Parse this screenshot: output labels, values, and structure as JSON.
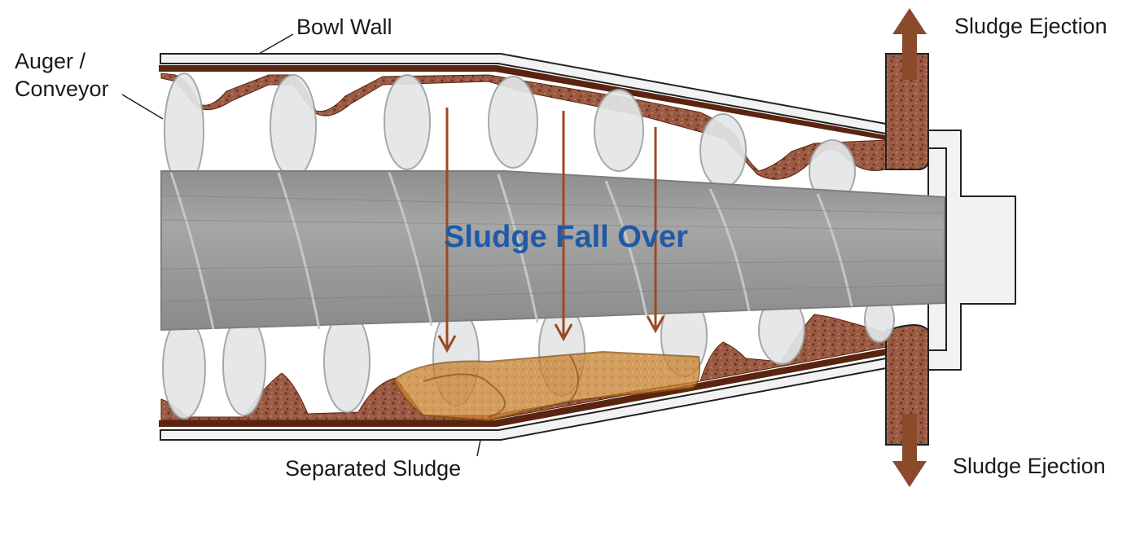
{
  "labels": {
    "bowl_wall": "Bowl Wall",
    "auger_line1": "Auger /",
    "auger_line2": "Conveyor",
    "separated_sludge": "Separated Sludge",
    "sludge_fall_over": "Sludge Fall Over",
    "ejection_top": "Sludge Ejection",
    "ejection_bottom": "Sludge Ejection"
  },
  "colors": {
    "sludge": "#8b4a35",
    "sludge_dark": "#5a2410",
    "fall_arrow": "#9a4a22",
    "fall_text": "#1f5aa8",
    "shaft": "#9a9a9a",
    "flight": "#e2e4e6",
    "bowl_wall": "#f2f2f2",
    "separated_sludge": "#c98433"
  },
  "icons": [
    "arrow-up-icon",
    "arrow-down-icon",
    "arrow-down-icon"
  ]
}
